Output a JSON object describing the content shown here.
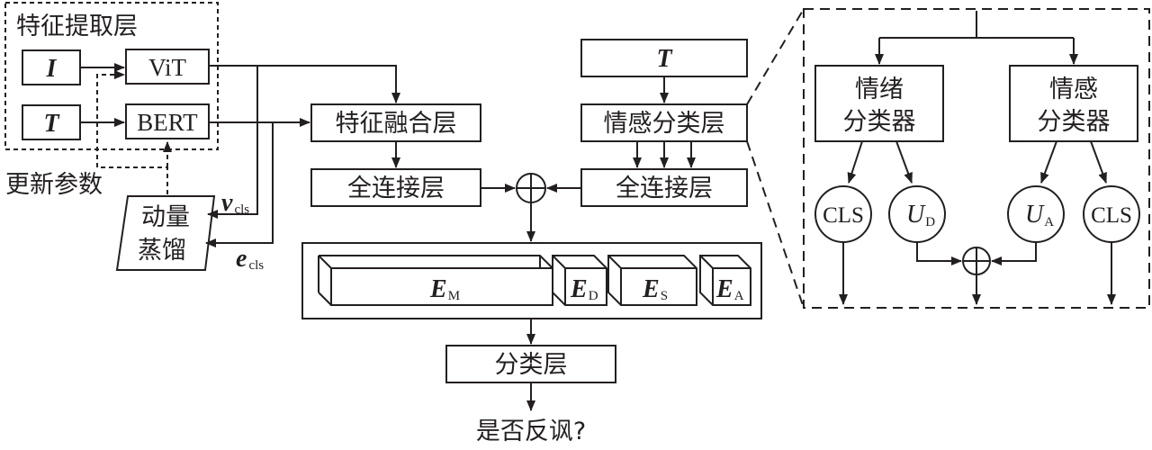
{
  "feature_extraction": {
    "title": "特征提取层",
    "input_image": "I",
    "input_text": "T",
    "vit": "ViT",
    "bert": "BERT"
  },
  "update_params": "更新参数",
  "momentum_distillation": {
    "line1": "动量",
    "line2": "蒸馏"
  },
  "v_cls": {
    "sym": "v",
    "sub": "cls"
  },
  "e_cls": {
    "sym": "e",
    "sub": "cls"
  },
  "feature_fusion": "特征融合层",
  "fc_left": "全连接层",
  "fc_right": "全连接层",
  "text_input_right": "T",
  "sentiment_classifier": "情感分类层",
  "embeddings": {
    "m": {
      "sym": "E",
      "sub": "M"
    },
    "d": {
      "sym": "E",
      "sub": "D"
    },
    "s": {
      "sym": "E",
      "sub": "S"
    },
    "a": {
      "sym": "E",
      "sub": "A"
    }
  },
  "classification_layer": "分类层",
  "output_question": "是否反讽?",
  "detail": {
    "emotion_classifier": {
      "line1": "情绪",
      "line2": "分类器"
    },
    "affect_classifier": {
      "line1": "情感",
      "line2": "分类器"
    },
    "cls_left": "CLS",
    "cls_right": "CLS",
    "u_d": {
      "sym": "U",
      "sub": "D"
    },
    "u_a": {
      "sym": "U",
      "sub": "A"
    }
  }
}
